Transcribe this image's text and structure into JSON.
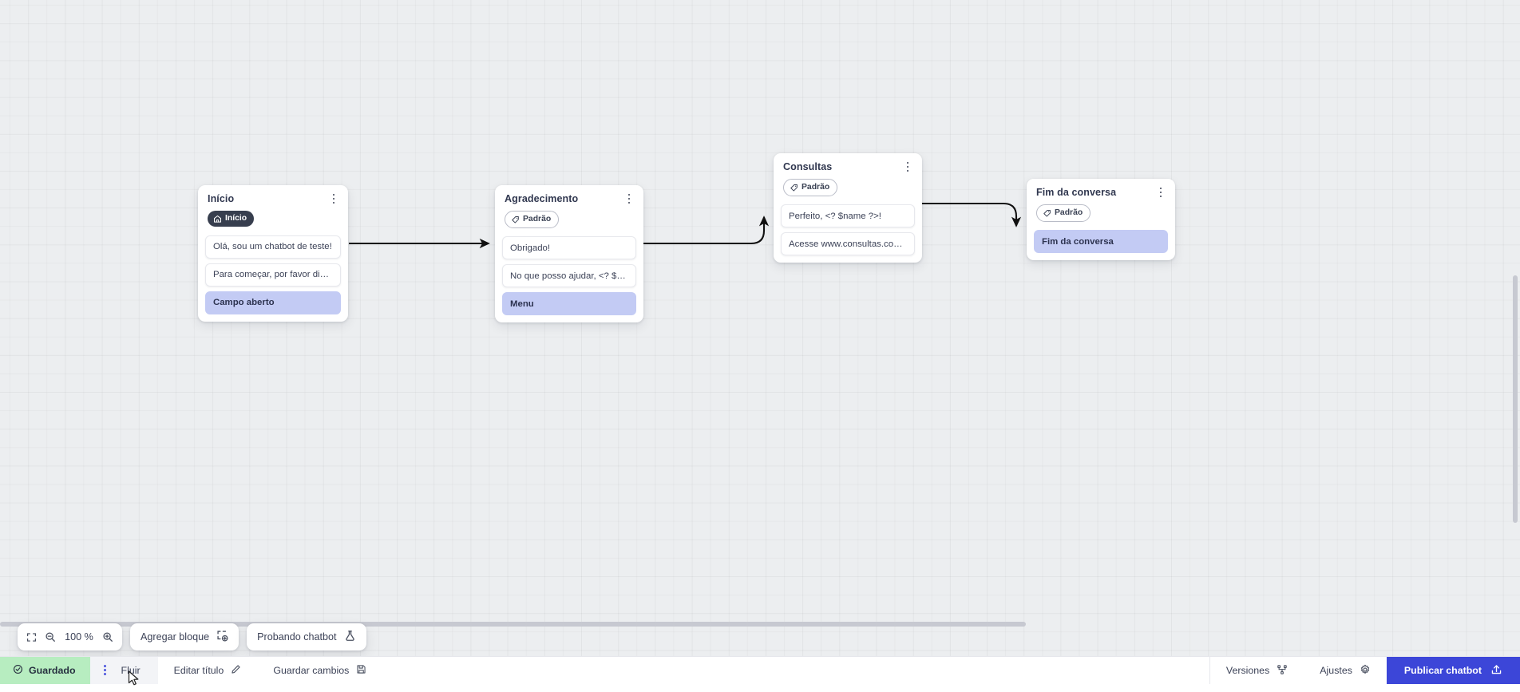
{
  "canvas": {
    "zoom_level": "100 %",
    "nodes": [
      {
        "id": "inicio",
        "title": "Início",
        "badge": {
          "label": "Início",
          "icon": "home-icon",
          "style": "start"
        },
        "rows": [
          {
            "text": "Olá, sou um chatbot de teste!",
            "accent": false
          },
          {
            "text": "Para começar, por favor digite o ...",
            "accent": false
          },
          {
            "text": "Campo aberto",
            "accent": true
          }
        ]
      },
      {
        "id": "agradecimento",
        "title": "Agradecimento",
        "badge": {
          "label": "Padrão",
          "icon": "tag-icon",
          "style": "default"
        },
        "rows": [
          {
            "text": "Obrigado!",
            "accent": false
          },
          {
            "text": "No que posso ajudar, <? $name ...",
            "accent": false
          },
          {
            "text": "Menu",
            "accent": true
          }
        ]
      },
      {
        "id": "consultas",
        "title": "Consultas",
        "badge": {
          "label": "Padrão",
          "icon": "tag-icon",
          "style": "default"
        },
        "rows": [
          {
            "text": "Perfeito, <? $name ?>!",
            "accent": false
          },
          {
            "text": "Acesse www.consultas.com par...",
            "accent": false
          }
        ]
      },
      {
        "id": "fim",
        "title": "Fim da conversa",
        "badge": {
          "label": "Padrão",
          "icon": "tag-icon",
          "style": "default"
        },
        "rows": [
          {
            "text": "Fim da conversa",
            "accent": true
          }
        ]
      }
    ]
  },
  "toolbar": {
    "fit_icon": "fit-screen-icon",
    "zoom_out_icon": "zoom-out-icon",
    "zoom_in_icon": "zoom-in-icon",
    "zoom_value": "100 %",
    "add_block_label": "Agregar bloque",
    "add_block_icon": "add-block-icon",
    "test_chatbot_label": "Probando chatbot",
    "test_chatbot_icon": "flask-icon"
  },
  "bottombar": {
    "saved_label": "Guardado",
    "saved_icon": "check-circle-icon",
    "saved_color": "#b7edc0",
    "flow_tab_label": "Fluir",
    "flow_tab_icon": "kebab-icon",
    "edit_title_label": "Editar título",
    "edit_title_icon": "pencil-icon",
    "save_changes_label": "Guardar cambios",
    "save_changes_icon": "floppy-icon",
    "versions_label": "Versiones",
    "versions_icon": "branch-icon",
    "settings_label": "Ajustes",
    "settings_icon": "gear-icon",
    "publish_label": "Publicar chatbot",
    "publish_icon": "upload-icon",
    "publish_color": "#3c46d8"
  }
}
